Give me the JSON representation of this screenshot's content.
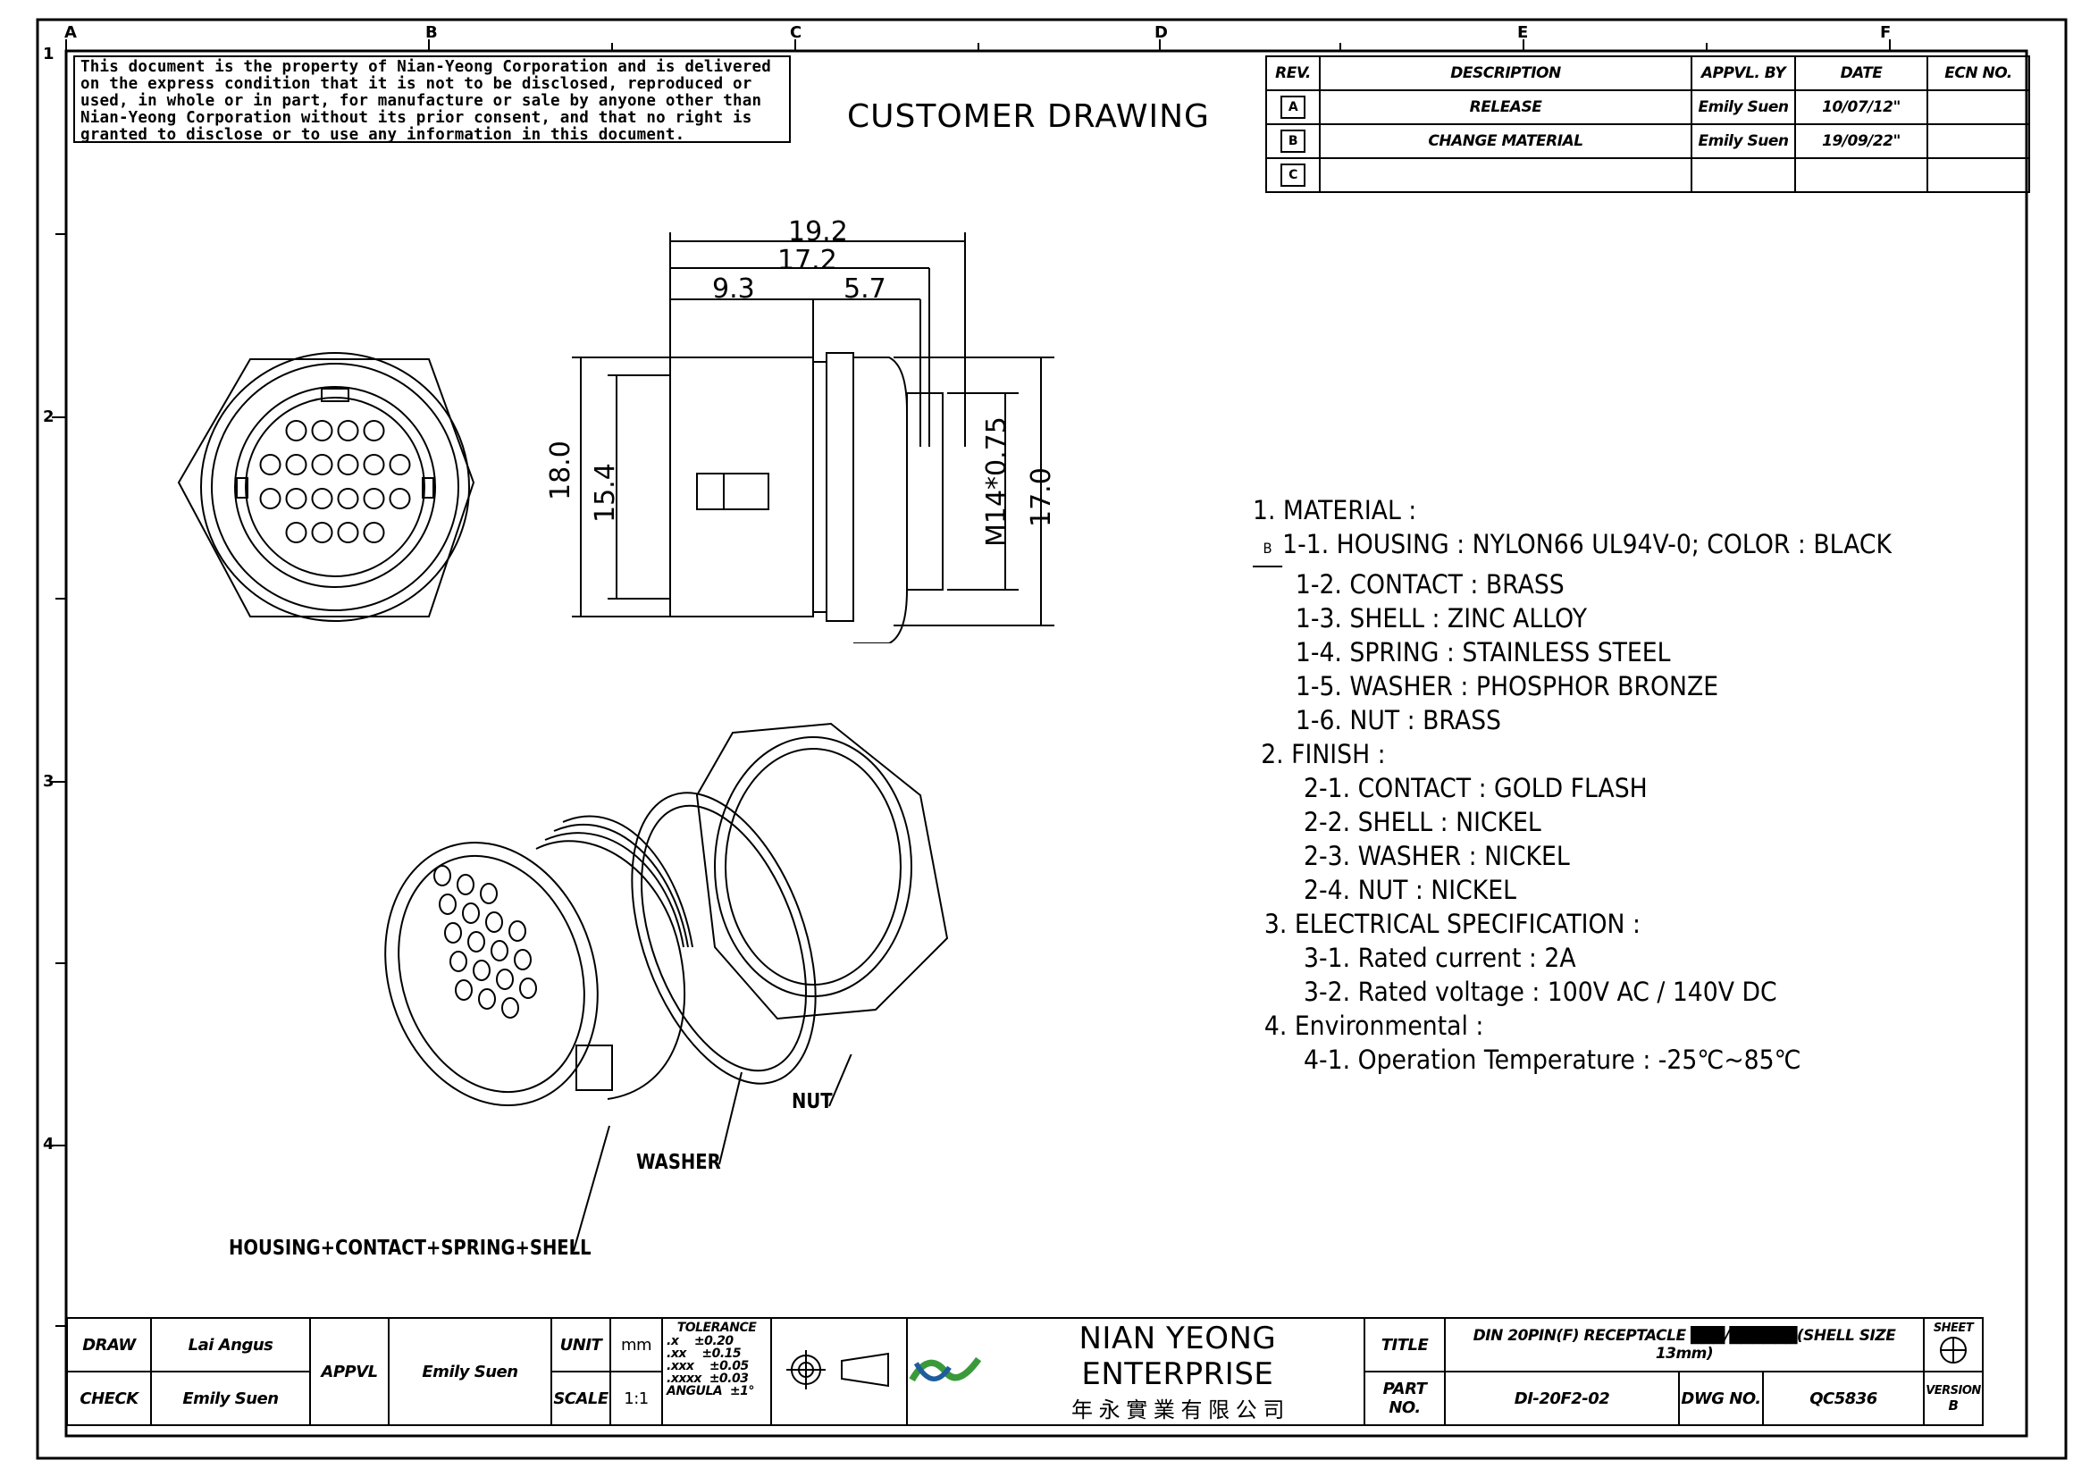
{
  "border": {
    "cols": [
      "A",
      "B",
      "C",
      "D",
      "E",
      "F"
    ],
    "rows": [
      "1",
      "2",
      "3",
      "4"
    ]
  },
  "notice": {
    "lines": [
      "This document is the property of Nian-Yeong Corporation and is delivered",
      "on  the  express condition that it is not to be disclosed, reproduced or",
      "used, in whole or in part, for manufacture or sale by anyone other than",
      "Nian-Yeong Corporation without  its prior consent, and that  no right  is",
      "granted to disclose or to use any information in this  document."
    ]
  },
  "drawing_title": "CUSTOMER  DRAWING",
  "revisions": {
    "headers": [
      "REV.",
      "DESCRIPTION",
      "APPVL. BY",
      "DATE",
      "ECN NO."
    ],
    "rows": [
      {
        "rev": "A",
        "description": "RELEASE",
        "by": "Emily Suen",
        "date": "10/07/12\"",
        "ecn": ""
      },
      {
        "rev": "B",
        "description": "CHANGE MATERIAL",
        "by": "Emily Suen",
        "date": "19/09/22\"",
        "ecn": ""
      },
      {
        "rev": "C",
        "description": "",
        "by": "",
        "date": "",
        "ecn": ""
      }
    ]
  },
  "dimensions": {
    "d192": "19.2",
    "d172": "17.2",
    "d93": "9.3",
    "d57": "5.7",
    "d180": "18.0",
    "d154": "15.4",
    "dm14": "M14*0.75",
    "d170": "17.0"
  },
  "notes": {
    "material": "1. MATERIAL :",
    "m_rev_mark": "B",
    "m1": "1-1. HOUSING : NYLON66 UL94V-0; COLOR : BLACK",
    "m2": "1-2. CONTACT : BRASS",
    "m3": "1-3. SHELL : ZINC ALLOY",
    "m4": "1-4. SPRING : STAINLESS STEEL",
    "m5": "1-5. WASHER : PHOSPHOR BRONZE",
    "m6": "1-6. NUT : BRASS",
    "finish": "2. FINISH :",
    "f1": "2-1. CONTACT : GOLD FLASH",
    "f2": "2-2. SHELL : NICKEL",
    "f3": "2-3. WASHER : NICKEL",
    "f4": "2-4. NUT : NICKEL",
    "elec": "3. ELECTRICAL SPECIFICATION :",
    "e1": "3-1. Rated current : 2A",
    "e2": "3-2. Rated voltage : 100V AC / 140V DC",
    "env": "4. Environmental :",
    "v1": "4-1. Operation Temperature : -25℃~85℃"
  },
  "callouts": {
    "nut": "NUT",
    "washer": "WASHER",
    "housing": "HOUSING+CONTACT+SPRING+SHELL"
  },
  "title_block": {
    "draw_label": "DRAW",
    "draw_name": "Lai Angus",
    "check_label": "CHECK",
    "check_name": "Emily Suen",
    "appvl_label": "APPVL",
    "appvl_name": "Emily Suen",
    "unit_label": "UNIT",
    "unit_value": "mm",
    "scale_label": "SCALE",
    "scale_value": "1:1",
    "tolerance_label": "TOLERANCE",
    "tol": [
      {
        "k": ".x",
        "v": "±0.20"
      },
      {
        "k": ".xx",
        "v": "±0.15"
      },
      {
        "k": ".xxx",
        "v": "±0.05"
      },
      {
        "k": ".xxxx",
        "v": "±0.03"
      },
      {
        "k": "ANGULA",
        "v": "±1°"
      }
    ],
    "company_en": "NIAN YEONG ENTERPRISE",
    "company_zh": "年 永 實 業 有 限 公 司",
    "title_label": "TITLE",
    "title_value": "DIN  20PIN(F)  RECEPTACLE  ███/██████(SHELL  SIZE  13mm)",
    "part_label": "PART NO.",
    "part_value": "DI-20F2-02",
    "dwg_label": "DWG NO.",
    "dwg_value": "QC5836",
    "sheet_label": "SHEET",
    "version_label": "VERSION",
    "version_value": "B"
  }
}
